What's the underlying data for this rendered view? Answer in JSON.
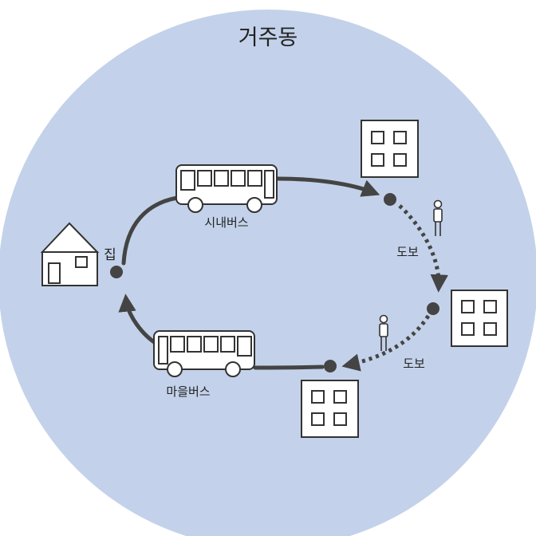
{
  "diagram": {
    "title": "거주동",
    "labels": {
      "home": "집",
      "city_bus": "시내버스",
      "village_bus": "마을버스",
      "walk_top": "도보",
      "walk_bottom": "도보"
    },
    "nodes": [
      "home",
      "stop-after-city-bus",
      "stop-after-walk",
      "stop-before-village-bus"
    ],
    "route": [
      {
        "from": "집",
        "mode": "시내버스"
      },
      {
        "mode": "도보"
      },
      {
        "mode": "도보"
      },
      {
        "to": "집",
        "mode": "마을버스"
      }
    ],
    "colors": {
      "region_fill": "#c3d2ea",
      "line": "#444444",
      "shape_fill": "#ffffff",
      "shape_stroke": "#333333"
    },
    "icons": [
      "house-icon",
      "bus-icon",
      "building-icon",
      "person-icon"
    ]
  }
}
